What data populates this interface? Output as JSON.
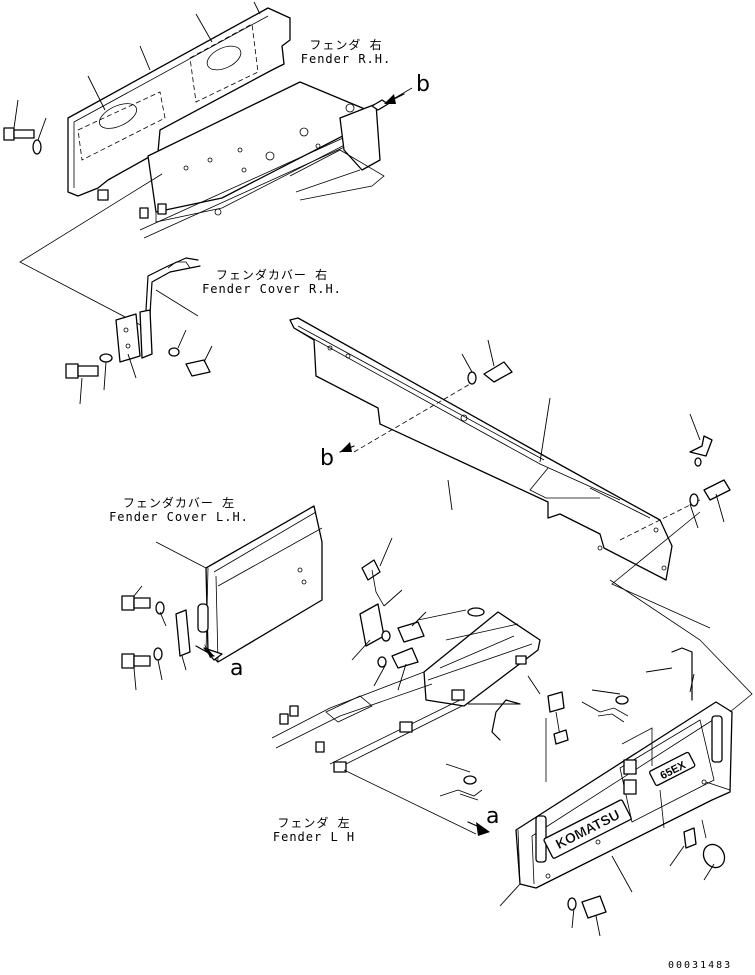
{
  "labels": {
    "fender_rh": {
      "jp": "フェンダ 右",
      "en": "Fender R.H."
    },
    "fender_cover_rh": {
      "jp": "フェンダカバー 右",
      "en": "Fender Cover R.H."
    },
    "fender_cover_lh": {
      "jp": "フェンダカバー 左",
      "en": "Fender Cover L.H."
    },
    "fender_lh": {
      "jp": "フェンダ 左",
      "en": "Fender L H"
    }
  },
  "references": {
    "b_top": "b",
    "b_mid": "b",
    "a_left": "a",
    "a_bottom": "a"
  },
  "drawing_code": "00031483",
  "colors": {
    "ink": "#000000",
    "paper": "#ffffff"
  }
}
